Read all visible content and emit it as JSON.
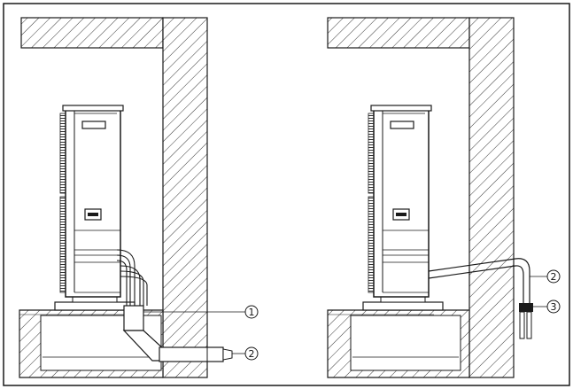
{
  "figure": {
    "line_color": "#1a1a1a",
    "background": "#ffffff"
  },
  "left_panel": {
    "callouts": [
      {
        "id": "callout-1",
        "label": "1"
      },
      {
        "id": "callout-2",
        "label": "2"
      }
    ]
  },
  "right_panel": {
    "callouts": [
      {
        "id": "callout-2",
        "label": "2"
      },
      {
        "id": "callout-3",
        "label": "3"
      }
    ]
  }
}
